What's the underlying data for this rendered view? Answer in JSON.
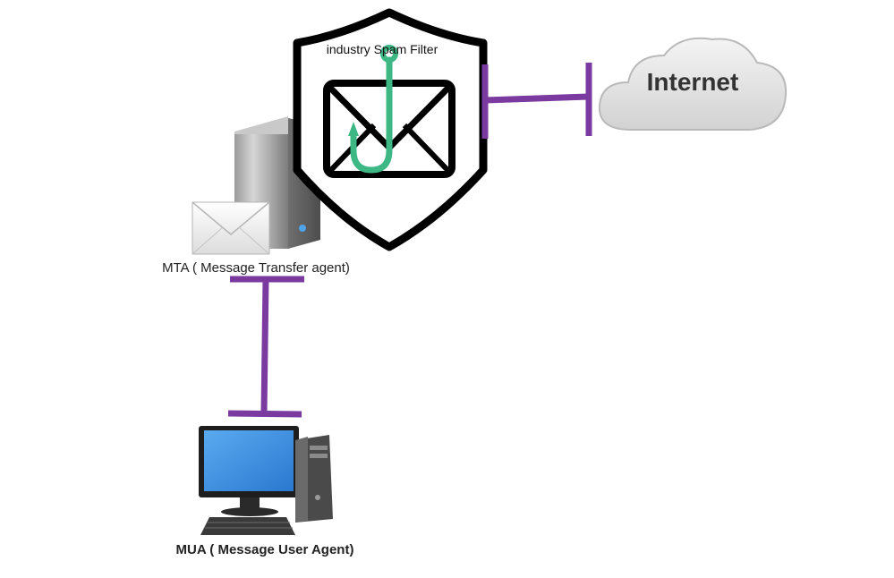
{
  "diagram": {
    "filter_label": "industry Spam Filter",
    "internet_label": "Internet",
    "mta_label": "MTA ( Message Transfer agent)",
    "mua_label": "MUA ( Message User Agent)"
  },
  "colors": {
    "connector": "#7a3aa0",
    "hook": "#3db885",
    "shield_stroke": "#000000",
    "cloud_fill": "#e4e4e4",
    "monitor_screen": "#3d8fe0"
  },
  "icons": [
    "shield-icon",
    "envelope-icon",
    "hook-icon",
    "cloud-icon",
    "server-tower-icon",
    "mail-envelope-icon",
    "desktop-computer-icon",
    "keyboard-icon"
  ]
}
